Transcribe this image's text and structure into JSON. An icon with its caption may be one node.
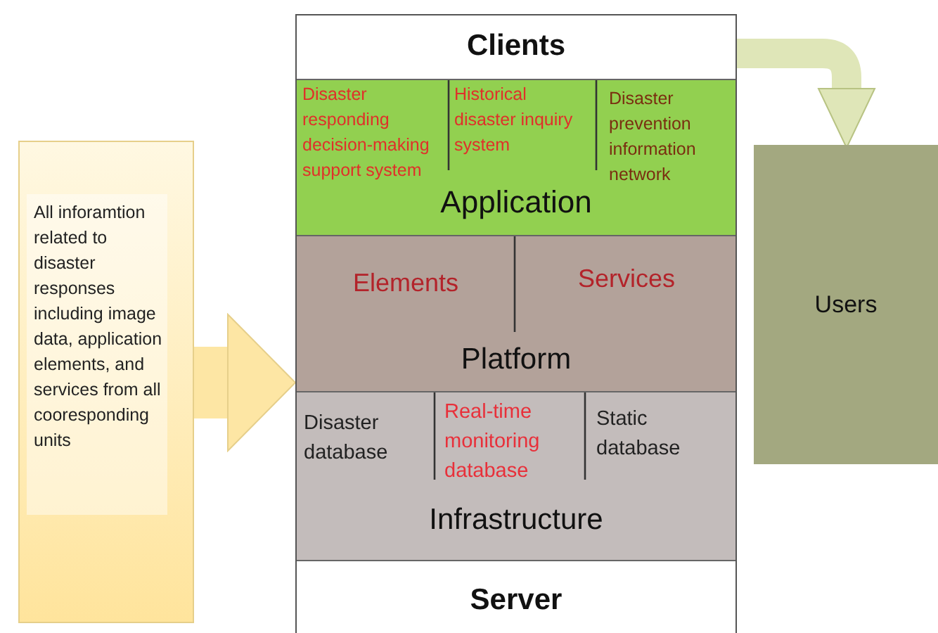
{
  "diagram": {
    "nodes": [
      {
        "text": [],
        "shape": "box"
      },
      {
        "text": [
          "Clients"
        ],
        "in": 0
      },
      {
        "text": [
          "Application"
        ],
        "in": 0
      },
      {
        "text": [
          "Disaster responding decision-making support system"
        ],
        "in": 2
      },
      {
        "text": [
          "Historical disaster inquiry system"
        ],
        "in": 2
      },
      {
        "text": [
          "Disaster prevention information network"
        ],
        "in": 2
      },
      {
        "text": [
          "Platform"
        ],
        "in": 0
      },
      {
        "text": [
          "Elements"
        ],
        "in": 6
      },
      {
        "text": [
          "Services"
        ],
        "in": 6
      },
      {
        "text": [
          "Infrastructure"
        ],
        "in": 0
      },
      {
        "text": [
          "Disaster database"
        ],
        "in": 9
      },
      {
        "text": [
          "Real-time monitoring database"
        ],
        "in": 9
      },
      {
        "text": [
          "Static database"
        ],
        "in": 9
      },
      {
        "text": [
          "Server"
        ],
        "in": 0
      },
      {
        "text": [
          "All inforamtion related to disaster responses including image data, application elements, and services from all cooresponding units"
        ]
      },
      {
        "text": [
          "Users"
        ]
      }
    ],
    "edges": [
      {
        "from": 14,
        "to": 0,
        "arrow": "to",
        "style": "thick"
      },
      {
        "from": 1,
        "to": 15,
        "arrow": "to"
      }
    ]
  }
}
